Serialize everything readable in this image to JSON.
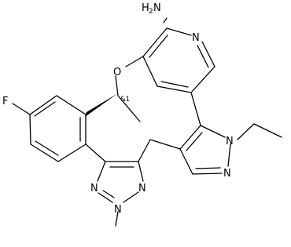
{
  "labels": {
    "amine_h": "H",
    "amine_sub": "2",
    "amine_n": "N",
    "pyridine_n": "N",
    "ether_o": "O",
    "fluoro": "F",
    "stereo_tag": "&1",
    "pyrazole_n1": "N",
    "pyrazole_n2": "N",
    "triazole_n1": "N",
    "triazole_n2": "N",
    "triazole_n3": "N"
  }
}
